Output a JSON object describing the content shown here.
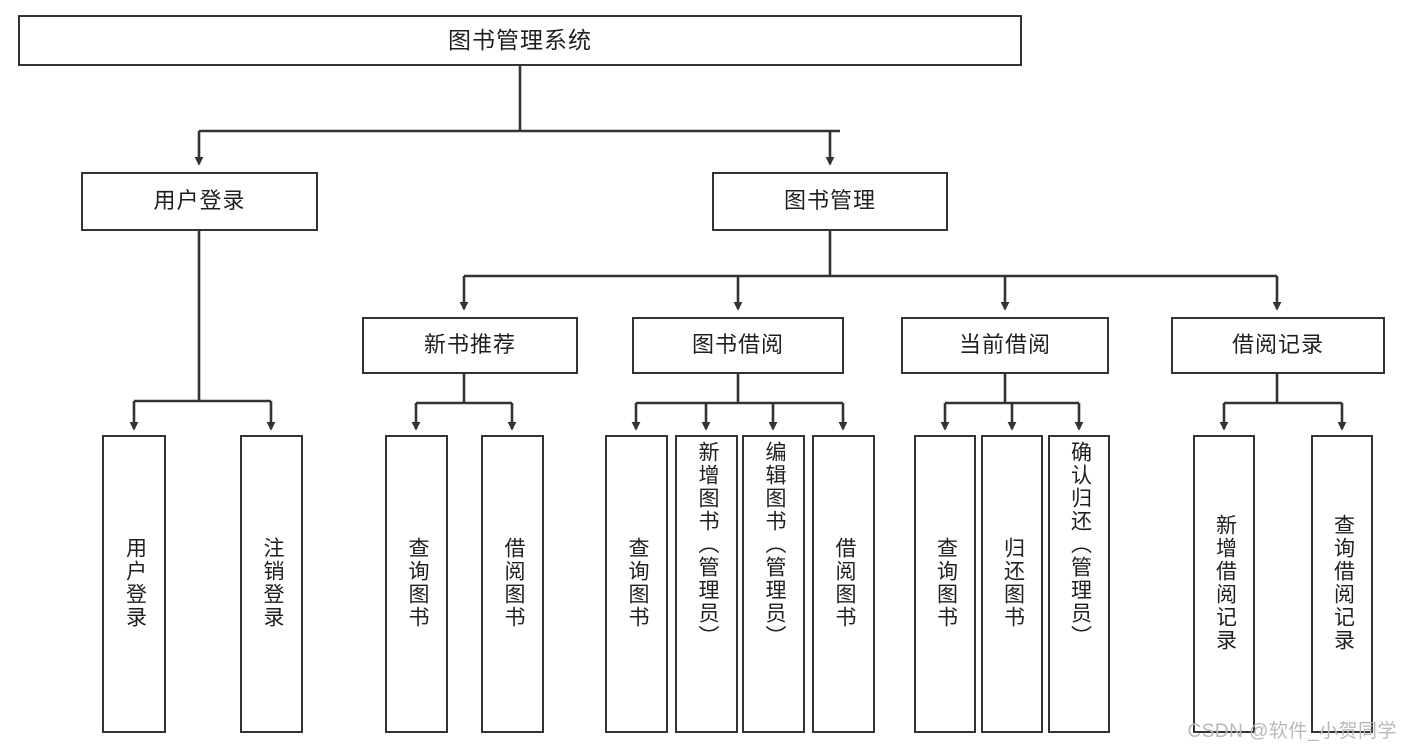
{
  "diagram": {
    "title": "图书管理系统",
    "type": "tree-hierarchy",
    "watermark": "CSDN @软件_小贺同学",
    "colors": {
      "stroke": "#333333",
      "fill": "#ffffff",
      "text": "#1f1f1f",
      "watermark": "#b9b9b9"
    }
  },
  "nodes": {
    "root": {
      "label": "图书管理系统",
      "level": 1
    },
    "level2": [
      {
        "id": "user-login",
        "label": "用户登录"
      },
      {
        "id": "book-manage",
        "label": "图书管理"
      }
    ],
    "level3": [
      {
        "id": "new-book-recommend",
        "label": "新书推荐"
      },
      {
        "id": "book-borrow",
        "label": "图书借阅"
      },
      {
        "id": "current-borrow",
        "label": "当前借阅"
      },
      {
        "id": "borrow-record",
        "label": "借阅记录"
      }
    ],
    "leaves": {
      "user-login": [
        {
          "id": "leaf-user-login",
          "label": "用户登录"
        },
        {
          "id": "leaf-logout",
          "label": "注销登录"
        }
      ],
      "new-book-recommend": [
        {
          "id": "leaf-query-book-1",
          "label": "查询图书"
        },
        {
          "id": "leaf-borrow-book-1",
          "label": "借阅图书"
        }
      ],
      "book-borrow": [
        {
          "id": "leaf-query-book-2",
          "label": "查询图书"
        },
        {
          "id": "leaf-add-book",
          "label": "新增图书（管理员）"
        },
        {
          "id": "leaf-edit-book",
          "label": "编辑图书（管理员）"
        },
        {
          "id": "leaf-borrow-book-2",
          "label": "借阅图书"
        }
      ],
      "current-borrow": [
        {
          "id": "leaf-query-book-3",
          "label": "查询图书"
        },
        {
          "id": "leaf-return-book",
          "label": "归还图书"
        },
        {
          "id": "leaf-confirm-return",
          "label": "确认归还（管理员）"
        }
      ],
      "borrow-record": [
        {
          "id": "leaf-add-record",
          "label": "新增借阅记录"
        },
        {
          "id": "leaf-query-record",
          "label": "查询借阅记录"
        }
      ]
    }
  }
}
